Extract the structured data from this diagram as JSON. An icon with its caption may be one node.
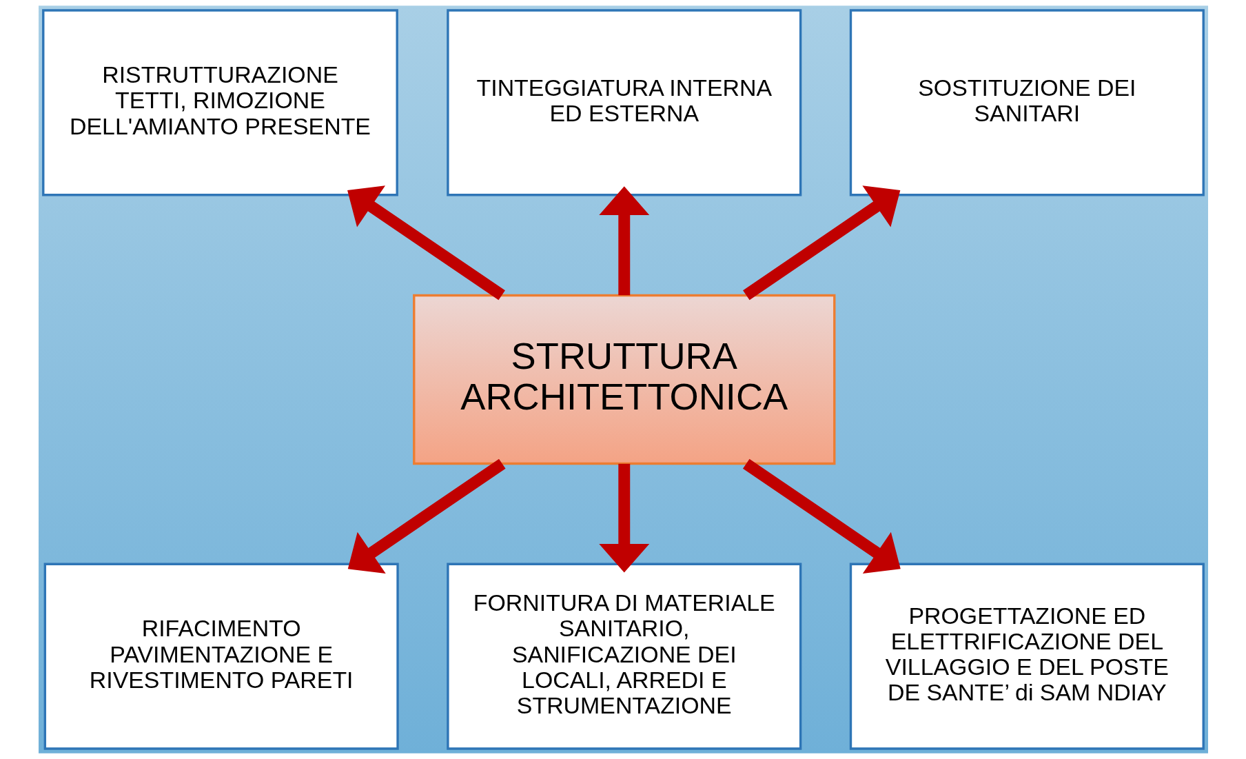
{
  "diagram": {
    "nodes": [
      {
        "text": [
          "RISTRUTTURAZIONE TETTI, RIMOZIONE DELL'AMIANTO PRESENTE"
        ]
      },
      {
        "text": [
          "TINTEGGIATURA INTERNA ED ESTERNA"
        ]
      },
      {
        "text": [
          "SOSTITUZIONE DEI SANITARI"
        ]
      },
      {
        "text": [
          "STRUTTURA ARCHITETTONICA"
        ]
      },
      {
        "text": [
          "RIFACIMENTO PAVIMENTAZIONE E RIVESTIMENTO PARETI"
        ]
      },
      {
        "text": [
          "FORNITURA DI MATERIALE SANITARIO, SANIFICAZIONE DEI LOCALI, ARREDI E STRUMENTAZIONE"
        ]
      },
      {
        "text": [
          "PROGETTAZIONE ED ELETTRIFICAZIONE DEL VILLAGGIO E DEL POSTE DE SANTE’ di SAM NDIAY"
        ]
      }
    ],
    "edges": [
      {
        "from": 3,
        "to": 0,
        "arrow": "to"
      },
      {
        "from": 3,
        "to": 1,
        "arrow": "to"
      },
      {
        "from": 3,
        "to": 2,
        "arrow": "to"
      },
      {
        "from": 3,
        "to": 4,
        "arrow": "to"
      },
      {
        "from": 3,
        "to": 5,
        "arrow": "to"
      },
      {
        "from": 3,
        "to": 6,
        "arrow": "to"
      }
    ]
  }
}
